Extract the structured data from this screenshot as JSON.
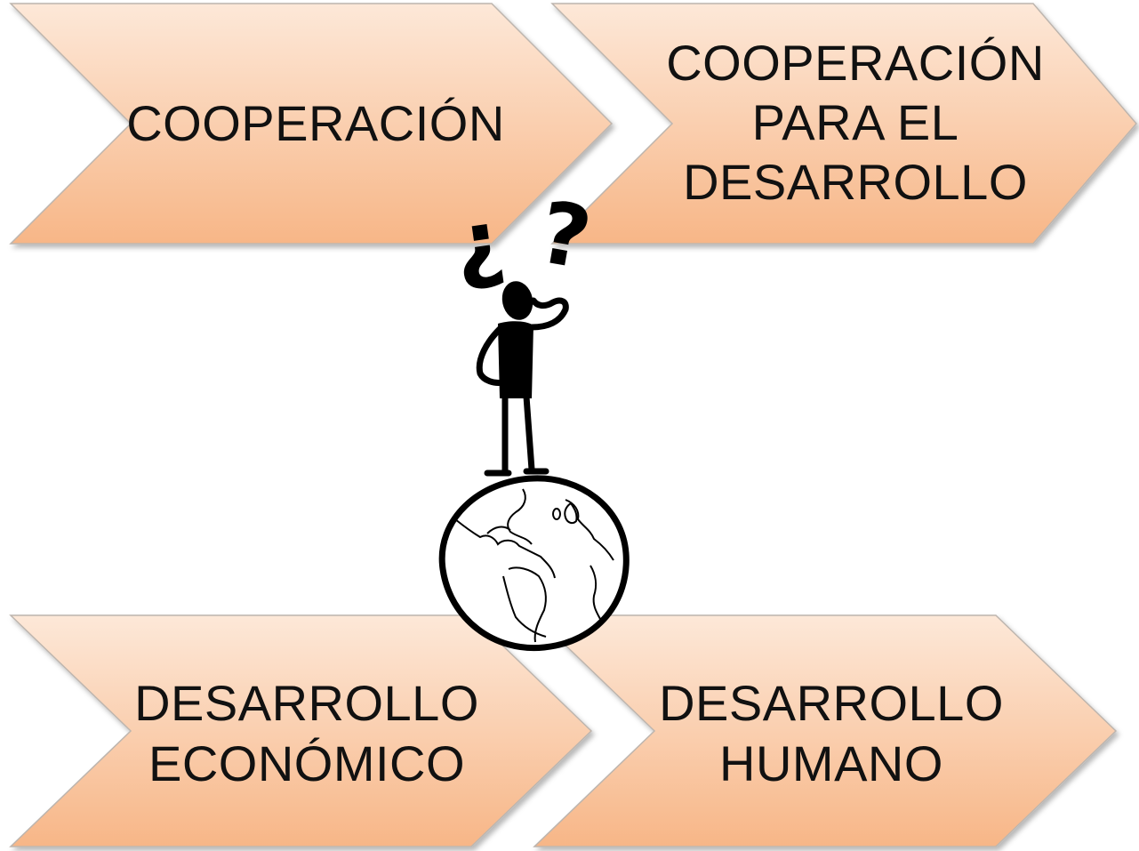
{
  "chevrons": {
    "top_left": {
      "lines": [
        "COOPERACIÓN"
      ]
    },
    "top_right": {
      "lines": [
        "COOPERACIÓN",
        "PARA EL",
        "DESARROLLO"
      ]
    },
    "bottom_left": {
      "lines": [
        "DESARROLLO",
        "ECONÓMICO"
      ]
    },
    "bottom_right": {
      "lines": [
        "DESARROLLO",
        "HUMANO"
      ]
    }
  },
  "figure": {
    "question_open": "¿",
    "question_close": "?"
  },
  "colors": {
    "chevron_fill_light": "#fde6d6",
    "chevron_fill_dark": "#f8b98a",
    "chevron_stroke": "#b9b2ac",
    "text": "#111111",
    "ink": "#000000"
  }
}
